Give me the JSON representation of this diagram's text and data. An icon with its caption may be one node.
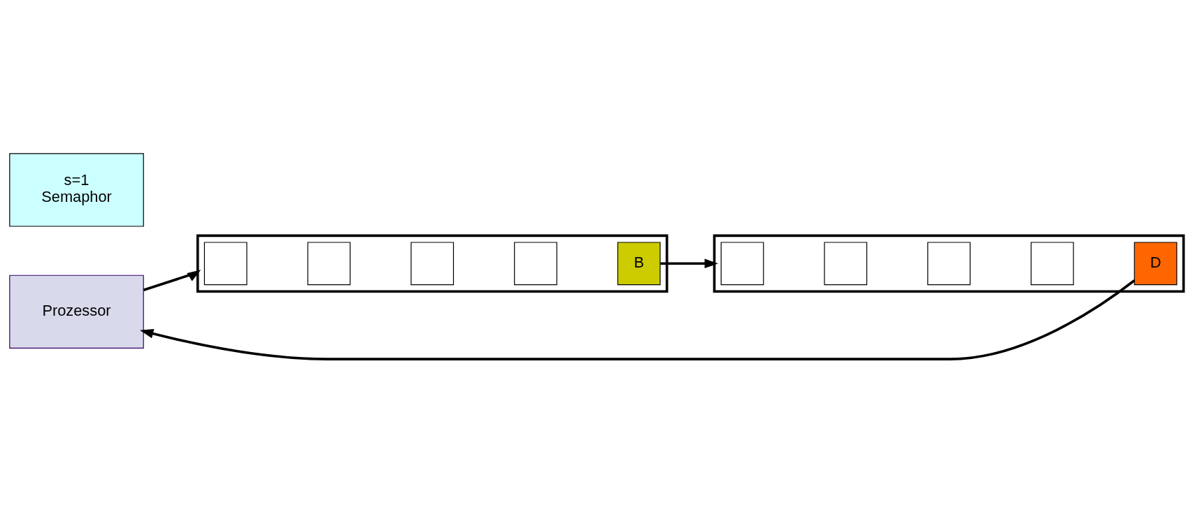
{
  "diagram": {
    "nodes": [
      {
        "text": [
          "Prozessor"
        ]
      },
      {
        "text": [],
        "shape": "box"
      },
      {
        "text": [],
        "shape": "box",
        "in": 1
      },
      {
        "text": [],
        "shape": "box",
        "in": 1
      },
      {
        "text": [],
        "shape": "box",
        "in": 1
      },
      {
        "text": [],
        "shape": "box",
        "in": 1
      },
      {
        "text": [
          "B"
        ],
        "in": 1
      },
      {
        "text": [],
        "shape": "box"
      },
      {
        "text": [],
        "shape": "box",
        "in": 7
      },
      {
        "text": [],
        "shape": "box",
        "in": 7
      },
      {
        "text": [],
        "shape": "box",
        "in": 7
      },
      {
        "text": [],
        "shape": "box",
        "in": 7
      },
      {
        "text": [
          "D"
        ],
        "in": 7
      },
      {
        "text": [
          "s=1",
          "Semaphor"
        ]
      }
    ],
    "edges": [
      {
        "from": 0,
        "to": 1,
        "arrow": "to"
      },
      {
        "from": 6,
        "to": 7,
        "arrow": "to"
      },
      {
        "from": 12,
        "to": 0,
        "arrow": "to"
      }
    ]
  }
}
